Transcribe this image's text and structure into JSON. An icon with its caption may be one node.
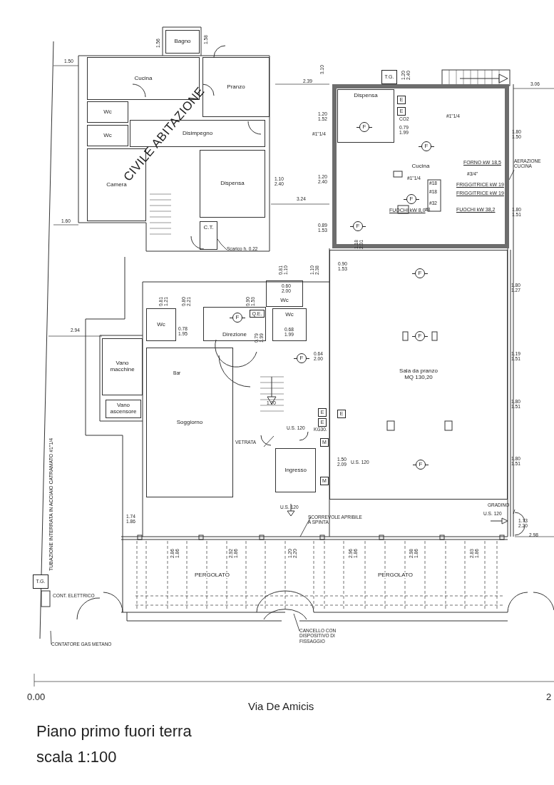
{
  "diagram": {
    "title": "Piano primo fuori terra",
    "caption": "scala 1:100",
    "nodes": [
      {
        "text": [
          "Bagno"
        ]
      },
      {
        "text": [
          "Cucina"
        ]
      },
      {
        "text": [
          "Pranzo"
        ]
      },
      {
        "text": [
          "Wc"
        ]
      },
      {
        "text": [
          "Wc"
        ]
      },
      {
        "text": [
          "Disimpegno"
        ]
      },
      {
        "text": [
          "Camera"
        ]
      },
      {
        "text": [
          "Dispensa"
        ]
      },
      {
        "text": [
          "C.T."
        ]
      },
      {
        "text": [
          "T.G."
        ]
      },
      {
        "text": [
          "Cucina"
        ]
      },
      {
        "text": [
          "Dispensa"
        ],
        "in": 10
      },
      {
        "text": [
          "F"
        ],
        "in": 11
      },
      {
        "text": [
          "E"
        ],
        "in": 10
      },
      {
        "text": [
          "E"
        ],
        "in": 10
      },
      {
        "text": [
          "F"
        ],
        "in": 10
      },
      {
        "text": [
          "F"
        ],
        "in": 10
      },
      {
        "text": [
          "F"
        ],
        "in": 10
      },
      {
        "text": [
          "AERAZIONE CUCINA"
        ]
      },
      {
        "text": [
          "Scarico h. 0.22"
        ]
      },
      {
        "text": [
          "Wc"
        ]
      },
      {
        "text": [
          "Wc"
        ]
      },
      {
        "text": [
          "Direzione"
        ]
      },
      {
        "text": [
          "Q.E."
        ],
        "in": 22
      },
      {
        "text": [
          "F"
        ],
        "in": 22
      },
      {
        "text": [
          "Wc"
        ]
      },
      {
        "text": [
          "Vano macchine"
        ]
      },
      {
        "text": [
          "Vano ascensore"
        ]
      },
      {
        "text": [
          "Soggiorno"
        ]
      },
      {
        "text": [
          "F"
        ]
      },
      {
        "text": [
          "Sala da pranzo",
          "MQ 130,20"
        ]
      },
      {
        "text": [
          "F"
        ],
        "in": 30
      },
      {
        "text": [
          "F"
        ],
        "in": 30
      },
      {
        "text": [
          "E"
        ],
        "in": 30
      },
      {
        "text": [
          "F"
        ],
        "in": 30
      },
      {
        "text": [
          "E"
        ]
      },
      {
        "text": [
          "E"
        ]
      },
      {
        "text": [
          "M"
        ]
      },
      {
        "text": [
          "M"
        ]
      },
      {
        "text": [
          "Ingresso"
        ]
      },
      {
        "text": [
          "VETRATA"
        ]
      },
      {
        "text": [
          "SCORREVOLE APRIBILE A SPINTA"
        ]
      },
      {
        "text": [
          "GRADINO"
        ]
      },
      {
        "text": [
          "PERGOLATO"
        ]
      },
      {
        "text": [
          "PERGOLATO"
        ]
      },
      {
        "text": [
          "T.G."
        ]
      },
      {
        "text": [
          "CONTATORE GAS METANO"
        ]
      },
      {
        "text": [
          "CANCELLO CON DISPOSITIVO DI FISSAGGIO"
        ]
      }
    ],
    "edges": [
      {
        "from": 18,
        "to": 10,
        "arrow": "none"
      },
      {
        "from": 19,
        "to": 8,
        "arrow": "none"
      },
      {
        "from": 40,
        "to": null,
        "arrow": "none"
      },
      {
        "from": 41,
        "to": null,
        "arrow": "none"
      },
      {
        "from": 42,
        "to": null,
        "arrow": "none"
      },
      {
        "from": 46,
        "to": null,
        "arrow": "none"
      },
      {
        "from": 47,
        "to": null,
        "arrow": "none"
      }
    ],
    "labels": [
      "1.56",
      "1.58",
      "1.50",
      "3.10",
      "1.20 2.40",
      "2.39",
      "3.06",
      "1.20 1.52",
      "#1\"1/4",
      "CO2",
      "0.79 1.99",
      "#1\"1/4",
      "1.80 1.50",
      "FORNO kW 18,5",
      "#3/4\"",
      "#1\"1/4",
      "#18",
      "FRIGGITRICE kW 19",
      "#18",
      "FRIGGITRICE kW 19",
      "#32",
      "FUOCHI kW 8,0",
      "#8",
      "FUOCHI kW 38,2",
      "1.10 2.40",
      "1.20 2.40",
      "1.80 1.51",
      "3.24",
      "1.60",
      "0.89 1.53",
      "1.18 2.01",
      "CIVILE ABITAZIONE",
      "0.81 1.10",
      "1.10 2.38",
      "0.90 1.53",
      "0.60 2.00",
      "0.81 1.21",
      "0.80 2.21",
      "0.90 1.53",
      "0.78 1.95",
      "0.79 1.99",
      "0.68 1.99",
      "2.94",
      "0.64 2.00",
      "1.80 1.27",
      "1.19 1.51",
      "Bar",
      "1.20",
      "KG30.",
      "U.S. 120",
      "1.80 1.51",
      "1.50 2.09",
      "U.S. 120",
      "1.80 1.51",
      "TUBAZIONE INTERRATA IN ACCIAIO CATRAMATO #1\"1/4",
      "U.S. 120",
      "1.74 1.86",
      "U.S. 120",
      "1.73 2.20",
      "2.98",
      "2.86 1.86",
      "2.92 1.86",
      "1.20 2.20",
      "2.96 1.86",
      "2.98 1.86",
      "2.83 1.86",
      "CONT. ELETTRICO",
      "0.00",
      "Via De Amicis",
      "2"
    ]
  }
}
